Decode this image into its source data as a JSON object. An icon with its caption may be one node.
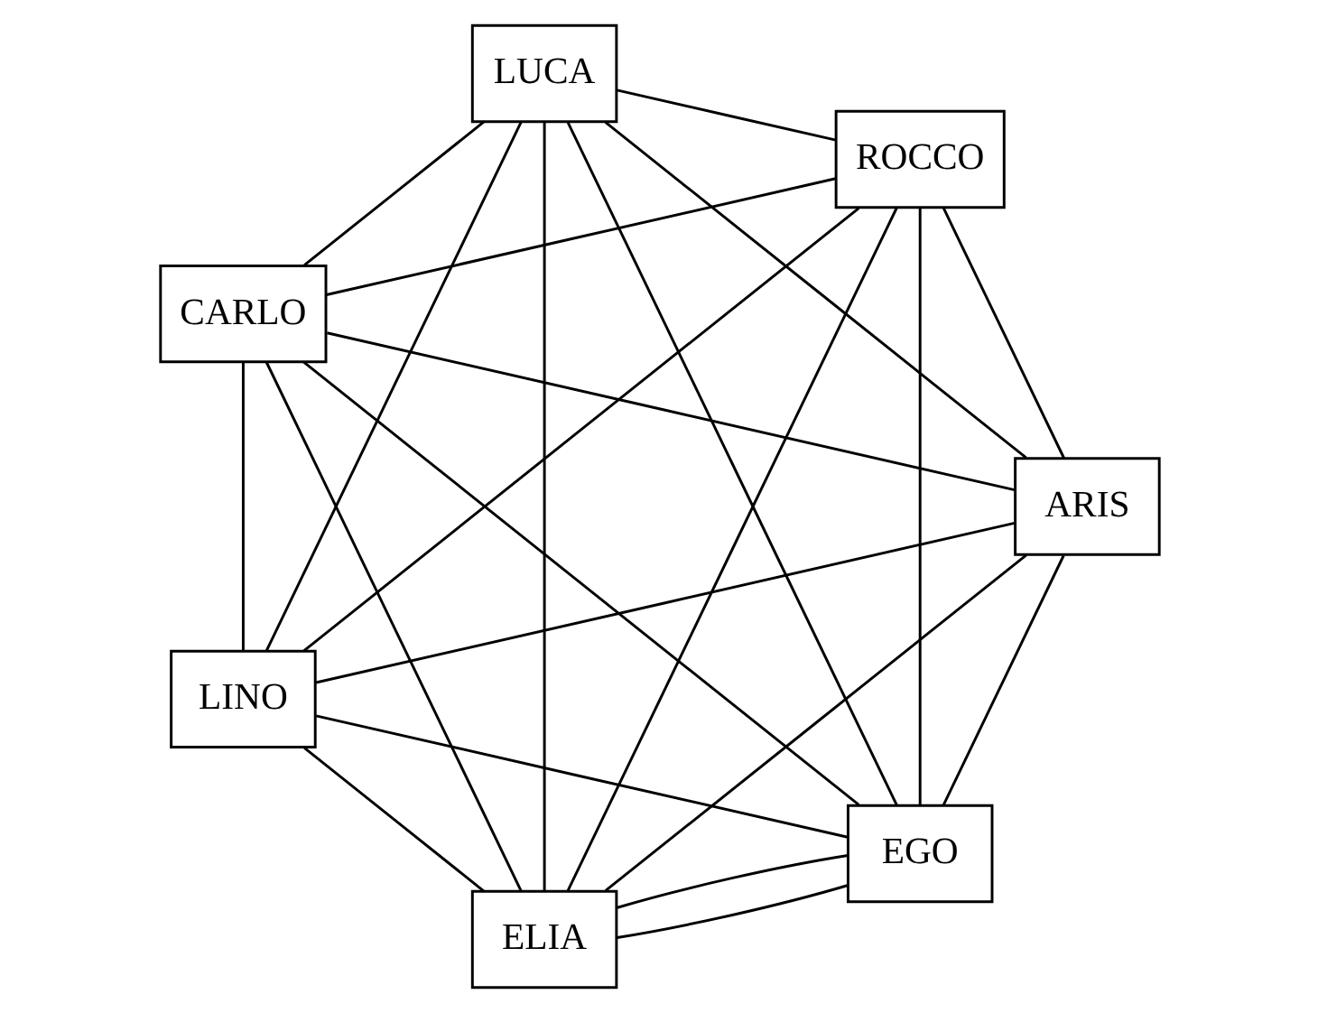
{
  "diagram": {
    "nodes": [
      {
        "text": [
          "EGO"
        ]
      },
      {
        "text": [
          "ELIA"
        ]
      },
      {
        "text": [
          "ARIS"
        ]
      },
      {
        "text": [
          "ROCCO"
        ]
      },
      {
        "text": [
          "LINO"
        ]
      },
      {
        "text": [
          "LUCA"
        ]
      },
      {
        "text": [
          "CARLO"
        ]
      }
    ],
    "edges": [
      {
        "from": 0,
        "to": 1,
        "arrow": "none"
      },
      {
        "from": 0,
        "to": 1,
        "arrow": "none"
      },
      {
        "from": 0,
        "to": 2,
        "arrow": "none"
      },
      {
        "from": 0,
        "to": 3,
        "arrow": "none"
      },
      {
        "from": 0,
        "to": 4,
        "arrow": "none"
      },
      {
        "from": 0,
        "to": 5,
        "arrow": "none"
      },
      {
        "from": 0,
        "to": 6,
        "arrow": "none"
      },
      {
        "from": 1,
        "to": 2,
        "arrow": "none"
      },
      {
        "from": 1,
        "to": 3,
        "arrow": "none"
      },
      {
        "from": 1,
        "to": 4,
        "arrow": "none"
      },
      {
        "from": 1,
        "to": 5,
        "arrow": "none"
      },
      {
        "from": 1,
        "to": 6,
        "arrow": "none"
      },
      {
        "from": 2,
        "to": 3,
        "arrow": "none"
      },
      {
        "from": 2,
        "to": 4,
        "arrow": "none"
      },
      {
        "from": 2,
        "to": 5,
        "arrow": "none"
      },
      {
        "from": 2,
        "to": 6,
        "arrow": "none"
      },
      {
        "from": 3,
        "to": 4,
        "arrow": "none"
      },
      {
        "from": 3,
        "to": 5,
        "arrow": "none"
      },
      {
        "from": 3,
        "to": 6,
        "arrow": "none"
      },
      {
        "from": 4,
        "to": 5,
        "arrow": "none"
      },
      {
        "from": 4,
        "to": 6,
        "arrow": "none"
      },
      {
        "from": 5,
        "to": 6,
        "arrow": "none"
      }
    ]
  }
}
